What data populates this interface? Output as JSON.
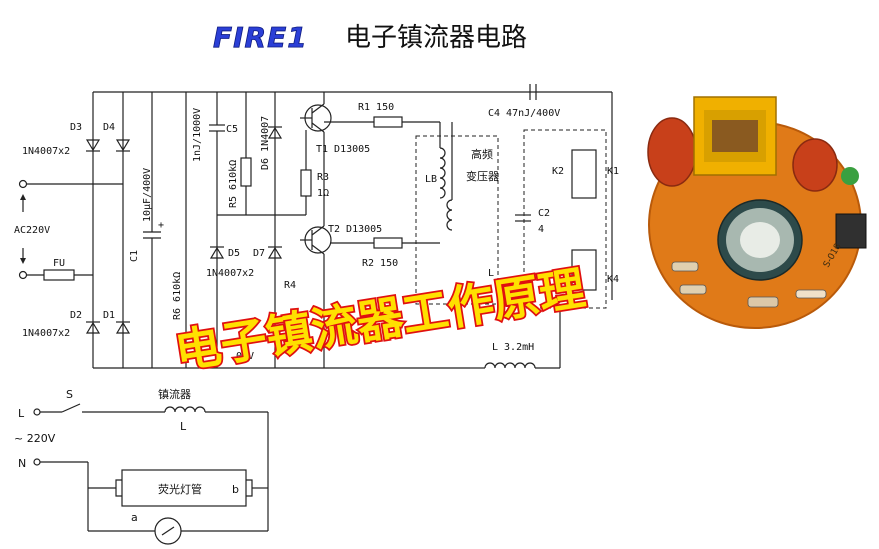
{
  "header": {
    "brand": "FIRE1",
    "title": "电子镇流器电路"
  },
  "overlay_text": "电子镇流器工作原理",
  "circuit": {
    "d3": "D3",
    "d4": "D4",
    "d3_part": "1N4007x2",
    "ac": "AC220V",
    "fu": "FU",
    "d2": "D2",
    "d1": "D1",
    "d2_part": "1N4007x2",
    "c1": "C1",
    "c1_val": "10μF/400V",
    "c3_val": "1nJ/1000V",
    "c5": "C5",
    "r5": "R5 610kΩ",
    "d6": "D6 1N4007",
    "d5": "D5",
    "d7": "D7",
    "d57_part": "1N4007x2",
    "r6": "R6 610kΩ",
    "r4": "R4",
    "v_frag": "00V",
    "t1": "T1  D13005",
    "r1": "R1  150",
    "r3": "R3",
    "r3_val": "1Ω",
    "t2": "T2  D13005",
    "r2": "R2  150",
    "lb": "LB",
    "hf1": "高频",
    "hf2": "变压器",
    "c4": "C4  47nJ/400V",
    "c2": "C2",
    "c2_frag": "4",
    "k2": "K2",
    "k1": "K1",
    "k4": "K4",
    "l": "L  3.2mH",
    "l_small": "L"
  },
  "wiring": {
    "l_label": "L",
    "s_label": "S",
    "ballast": "镇流器",
    "ballast_l": "L",
    "v220": "~ 220V",
    "n_label": "N",
    "tube": "荧光灯管",
    "tube_b": "b",
    "a_label": "a"
  },
  "photo": {
    "board_text": "S-018"
  },
  "colors": {
    "brand": "#2b3fd6",
    "overlay_fill": "#ffe000",
    "overlay_stroke": "#e01010",
    "pcb": "#e07a18"
  }
}
